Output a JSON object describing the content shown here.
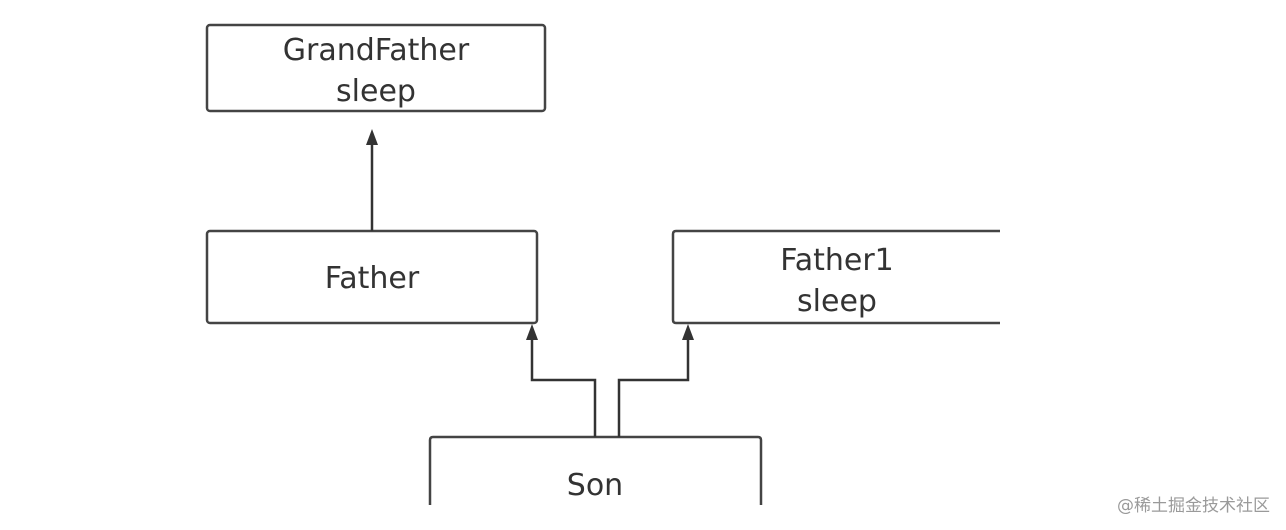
{
  "nodes": {
    "grandfather": {
      "line1": "GrandFather",
      "line2": "sleep"
    },
    "father": {
      "line1": "Father"
    },
    "father1": {
      "line1": "Father1",
      "line2": "sleep"
    },
    "son": {
      "line1": "Son"
    }
  },
  "edges": [
    {
      "from": "father",
      "to": "grandfather"
    },
    {
      "from": "son",
      "to": "father"
    },
    {
      "from": "son",
      "to": "father1"
    }
  ],
  "watermark": "@稀土掘金技术社区",
  "colors": {
    "stroke": "#444444",
    "text": "#333333",
    "watermark": "#9a9a9a"
  }
}
